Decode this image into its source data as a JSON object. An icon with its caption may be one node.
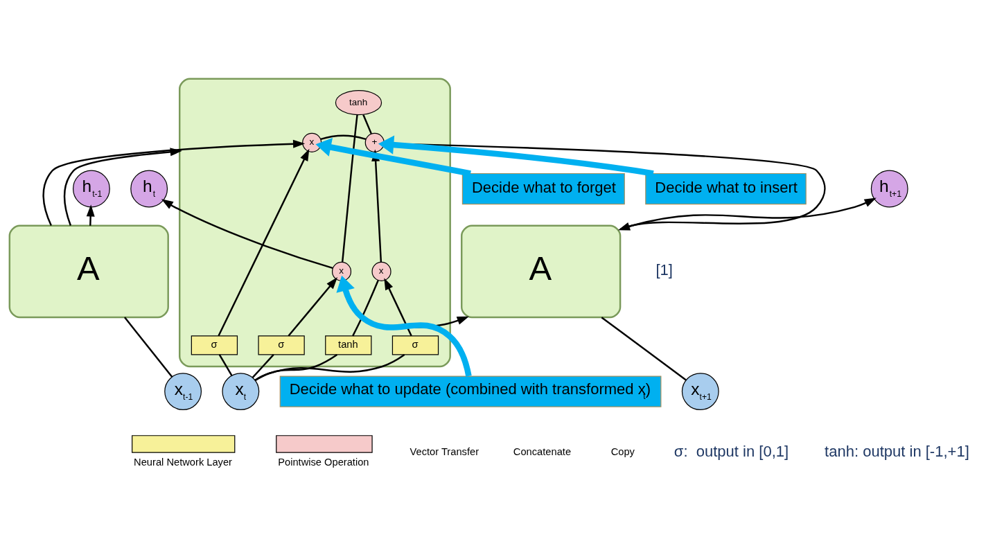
{
  "diagram": {
    "nodes": [
      {
        "text": [
          "A"
        ]
      },
      {
        "text": [],
        "shape": "box"
      },
      {
        "text": [
          "A"
        ]
      },
      {
        "text": [
          "h$_{t-1}$"
        ]
      },
      {
        "text": [
          "h$_{t}$"
        ]
      },
      {
        "text": [
          "h$_{t+1}$"
        ]
      },
      {
        "text": [
          "x$_{t-1}$"
        ]
      },
      {
        "text": [
          "x$_{t}$"
        ]
      },
      {
        "text": [
          "x$_{t+1}$"
        ]
      },
      {
        "text": [
          "x"
        ],
        "in": 1
      },
      {
        "text": [
          "+"
        ],
        "in": 1
      },
      {
        "text": [
          "x"
        ],
        "in": 1
      },
      {
        "text": [
          "tanh"
        ],
        "in": 1
      },
      {
        "text": [
          "x"
        ],
        "in": 1
      },
      {
        "text": [
          "σ"
        ],
        "in": 1
      },
      {
        "text": [
          "σ"
        ],
        "in": 1
      },
      {
        "text": [
          "tanh"
        ],
        "in": 1
      },
      {
        "text": [
          "σ"
        ],
        "in": 1
      },
      {
        "text": [
          "Decide what to forget"
        ]
      },
      {
        "text": [
          "Decide what to insert"
        ]
      },
      {
        "text": [
          "Decide what to update (combined with transformed x$_{t}$)"
        ]
      }
    ],
    "edges": [
      {
        "from": 0,
        "to": 9,
        "arrow": "to"
      },
      {
        "from": 0,
        "to": 1,
        "arrow": "to"
      },
      {
        "from": 0,
        "to": 3,
        "arrow": "to"
      },
      {
        "from": 6,
        "to": 0,
        "arrow": "none"
      },
      {
        "from": 9,
        "to": 10,
        "arrow": "none"
      },
      {
        "from": 10,
        "to": 2,
        "arrow": "to"
      },
      {
        "from": 10,
        "to": 12,
        "arrow": "none"
      },
      {
        "from": 12,
        "to": 13,
        "arrow": "none"
      },
      {
        "from": 13,
        "to": 4,
        "arrow": "to"
      },
      {
        "from": 13,
        "to": 2,
        "arrow": "to"
      },
      {
        "from": 7,
        "to": 14,
        "arrow": "none"
      },
      {
        "from": 7,
        "to": 15,
        "arrow": "none"
      },
      {
        "from": 7,
        "to": 16,
        "arrow": "none"
      },
      {
        "from": 7,
        "to": 17,
        "arrow": "none"
      },
      {
        "from": 14,
        "to": 9,
        "arrow": "to"
      },
      {
        "from": 15,
        "to": 11,
        "arrow": "to"
      },
      {
        "from": 16,
        "to": 11,
        "arrow": "none"
      },
      {
        "from": 11,
        "to": 10,
        "arrow": "to"
      },
      {
        "from": 17,
        "to": 13,
        "arrow": "to"
      },
      {
        "from": 2,
        "to": 5,
        "arrow": "to"
      },
      {
        "from": 8,
        "to": 2,
        "arrow": "none"
      },
      {
        "from": 18,
        "to": 9,
        "arrow": "to",
        "style": "thick",
        "color": "#00b0f0"
      },
      {
        "from": 19,
        "to": 10,
        "arrow": "to",
        "style": "thick",
        "color": "#00b0f0"
      },
      {
        "from": 20,
        "to": 13,
        "arrow": "to",
        "style": "thick",
        "color": "#00b0f0"
      }
    ],
    "labels": [
      "[1]",
      "σ:  output in [0,1]",
      "tanh: output in [-1,+1]"
    ],
    "legend": [
      {
        "text": "Neural Network Layer",
        "color": "#f7f199"
      },
      {
        "text": "Pointwise Operation",
        "color": "#f6caca"
      },
      {
        "text": "Vector Transfer"
      },
      {
        "text": "Concatenate"
      },
      {
        "text": "Copy"
      }
    ]
  }
}
